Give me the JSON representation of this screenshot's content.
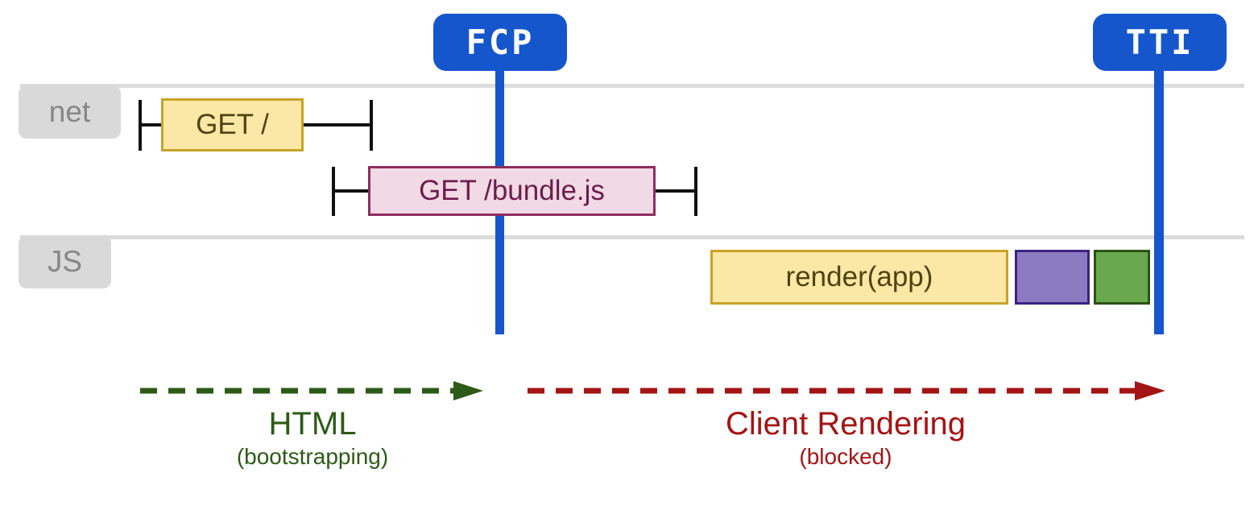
{
  "diagram": {
    "markers": {
      "fcp": "FCP",
      "tti": "TTI"
    },
    "lanes": {
      "net": "net",
      "js": "JS"
    },
    "requests": {
      "get_root": "GET /",
      "get_bundle": "GET /bundle.js"
    },
    "tasks": {
      "render": "render(app)"
    },
    "phases": {
      "html": {
        "label": "HTML",
        "sublabel": "(bootstrapping)"
      },
      "client": {
        "label": "Client Rendering",
        "sublabel": "(blocked)"
      }
    }
  },
  "colors": {
    "blue": "#1656cc",
    "lane": "#dcdcdc",
    "label_bg": "#d9d9d9",
    "label_text": "#878787",
    "tick": "#111111",
    "yellow_fill": "#fce8a6",
    "yellow_border": "#c9a227",
    "yellow_text": "#51430f",
    "pink_fill": "#f1d9e5",
    "pink_border": "#8d2e5f",
    "pink_text": "#6d1d49",
    "purple_fill": "#8d7bc2",
    "purple_border": "#3a2380",
    "green_fill": "#6aa84f",
    "green_border": "#2a5314",
    "arrow_green": "#2d5a17",
    "arrow_red": "#a41414"
  }
}
